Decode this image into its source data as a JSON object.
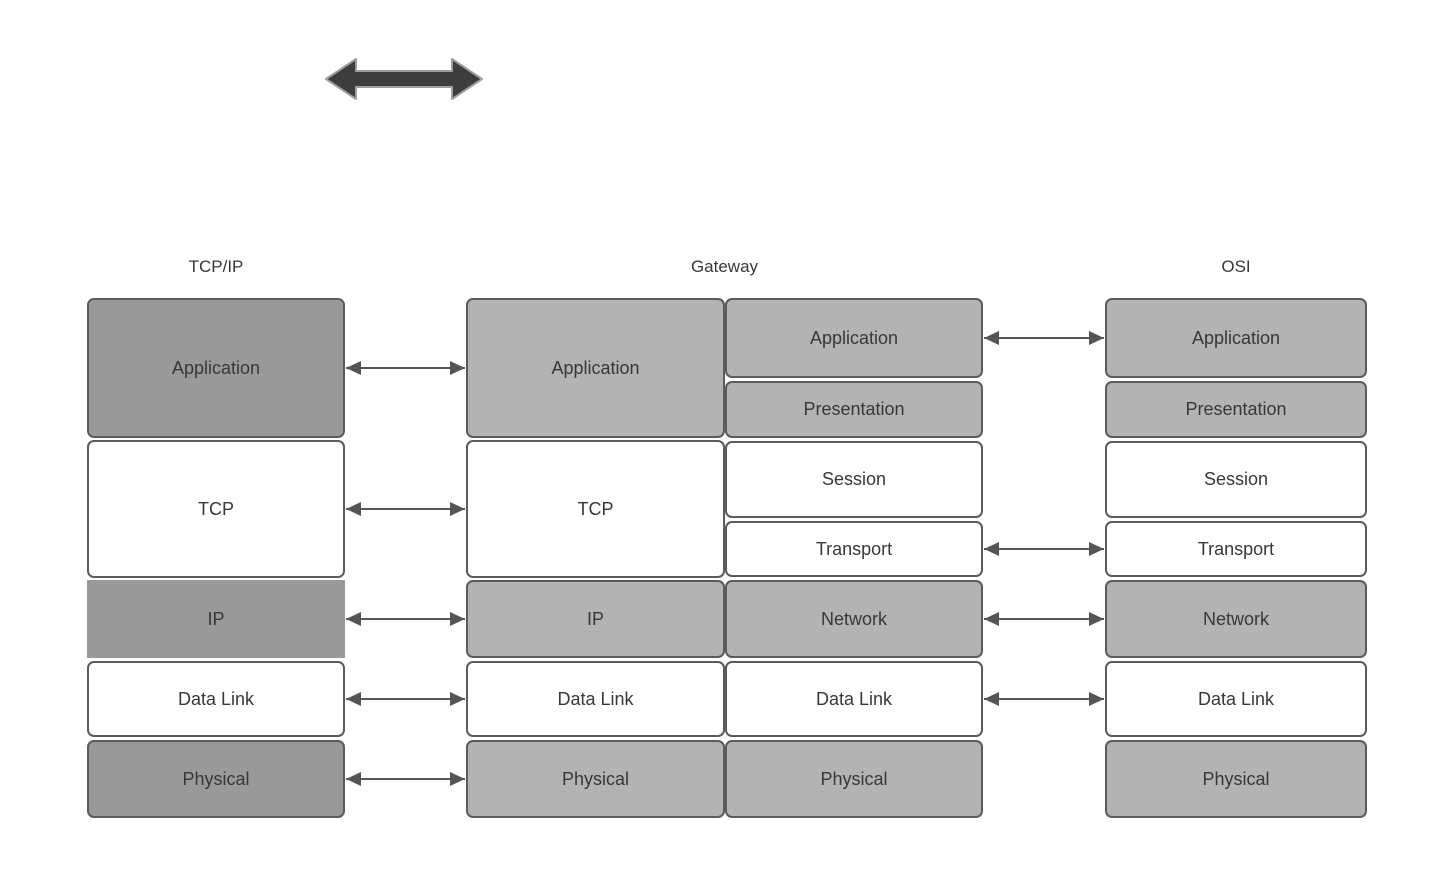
{
  "headers": {
    "tcpip": "TCP/IP",
    "gateway": "Gateway",
    "osi": "OSI"
  },
  "top_arrow": {
    "icon": "double-headed-horizontal-arrow"
  },
  "stacks": {
    "tcpip": {
      "layers": [
        {
          "label": "Application"
        },
        {
          "label": "TCP"
        },
        {
          "label": "IP"
        },
        {
          "label": "Data Link"
        },
        {
          "label": "Physical"
        }
      ]
    },
    "gateway_left": {
      "layers": [
        {
          "label": "Application"
        },
        {
          "label": "TCP"
        },
        {
          "label": "IP"
        },
        {
          "label": "Data Link"
        },
        {
          "label": "Physical"
        }
      ]
    },
    "gateway_right": {
      "layers": [
        {
          "label": "Application"
        },
        {
          "label": "Presentation"
        },
        {
          "label": "Session"
        },
        {
          "label": "Transport"
        },
        {
          "label": "Network"
        },
        {
          "label": "Data Link"
        },
        {
          "label": "Physical"
        }
      ]
    },
    "osi": {
      "layers": [
        {
          "label": "Application"
        },
        {
          "label": "Presentation"
        },
        {
          "label": "Session"
        },
        {
          "label": "Transport"
        },
        {
          "label": "Network"
        },
        {
          "label": "Data Link"
        },
        {
          "label": "Physical"
        }
      ]
    }
  },
  "connectors": {
    "tcpip_to_gateway": [
      "Application",
      "TCP",
      "IP",
      "Data Link",
      "Physical"
    ],
    "gateway_to_osi": [
      "Application",
      "Transport",
      "Network",
      "Data Link"
    ]
  },
  "colors": {
    "dark_gray_fill": "#999999",
    "light_gray_fill": "#b3b3b3",
    "white_fill": "#ffffff",
    "box_border": "#5b5b5b",
    "connector": "#555555",
    "big_arrow_fill": "#3d3d3d",
    "big_arrow_outline": "#9e9e9e",
    "text": "#383838"
  }
}
